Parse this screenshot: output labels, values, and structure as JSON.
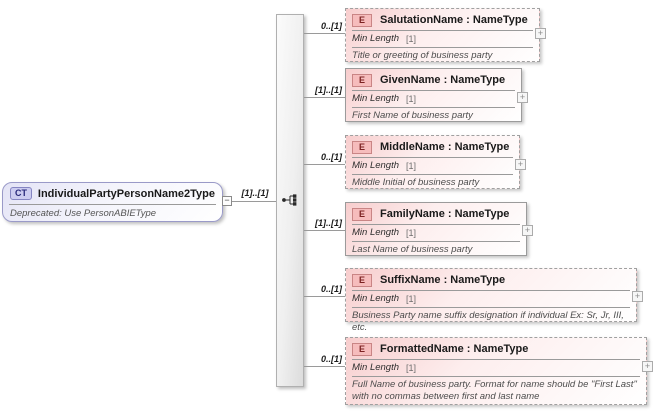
{
  "ui": {
    "expand_symbol": "+",
    "collapse_symbol": "−"
  },
  "root": {
    "badge": "CT",
    "title": "IndividualPartyPersonName2Type",
    "note": "Deprecated: Use PersonABIEType",
    "cardinality": "[1]..[1]"
  },
  "connector": {
    "kind": "sequence"
  },
  "elements": [
    {
      "badge": "E",
      "title": "SalutationName : NameType",
      "cardinality": "0..[1]",
      "optional": true,
      "facet_label": "Min Length",
      "facet_value": "[1]",
      "description": "Title or greeting of business party"
    },
    {
      "badge": "E",
      "title": "GivenName : NameType",
      "cardinality": "[1]..[1]",
      "optional": false,
      "facet_label": "Min Length",
      "facet_value": "[1]",
      "description": "First Name of business party"
    },
    {
      "badge": "E",
      "title": "MiddleName : NameType",
      "cardinality": "0..[1]",
      "optional": true,
      "facet_label": "Min Length",
      "facet_value": "[1]",
      "description": "Middle Initial of business party"
    },
    {
      "badge": "E",
      "title": "FamilyName : NameType",
      "cardinality": "[1]..[1]",
      "optional": false,
      "facet_label": "Min Length",
      "facet_value": "[1]",
      "description": "Last Name of business party"
    },
    {
      "badge": "E",
      "title": "SuffixName : NameType",
      "cardinality": "0..[1]",
      "optional": true,
      "facet_label": "Min Length",
      "facet_value": "[1]",
      "description": "Business Party name suffix designation if individual Ex: Sr, Jr, III, etc."
    },
    {
      "badge": "E",
      "title": "FormattedName : NameType",
      "cardinality": "0..[1]",
      "optional": true,
      "facet_label": "Min Length",
      "facet_value": "[1]",
      "description": "Full Name of business party. Format for name should be \"First Last\" with no commas between first and last name"
    }
  ],
  "colors": {
    "element-pink": "#f7cdcd",
    "element-border": "#9b9b9b",
    "badge-e-bg": "#f6bcbc",
    "badge-e-border": "#c98585",
    "badge-e-text": "#7c2222",
    "ct-lavender": "#e4e4f6",
    "ct-border": "#9a9ac8",
    "badge-ct-bg": "#ccccf0",
    "badge-ct-border": "#8585c2",
    "badge-ct-text": "#28287a",
    "line-color": "#9a9a9a",
    "desc-text": "#4d4d4d"
  }
}
